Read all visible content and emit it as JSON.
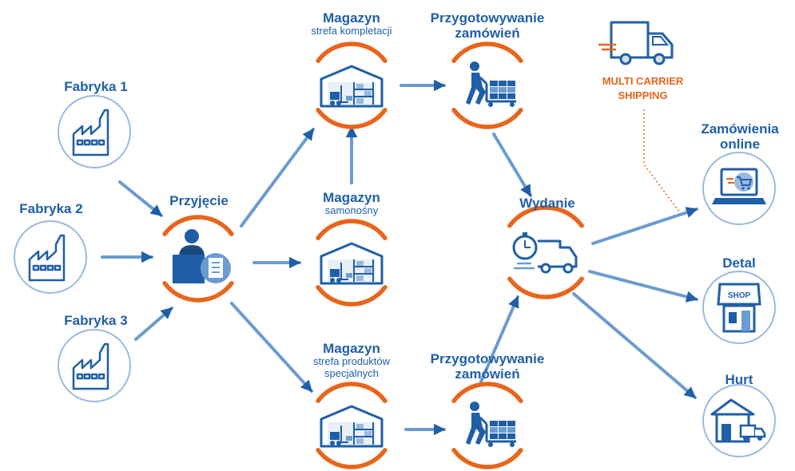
{
  "colors": {
    "navy": "#1b4a80",
    "blue": "#1f5fa8",
    "light_blue": "#6b9bd1",
    "pale_blue": "#9ab9dd",
    "orange": "#e8651b",
    "gray_box": "#dcdcdc"
  },
  "nodes": {
    "fabryka1": {
      "label": "Fabryka 1"
    },
    "fabryka2": {
      "label": "Fabryka 2"
    },
    "fabryka3": {
      "label": "Fabryka 3"
    },
    "przyjecie": {
      "label": "Przyjęcie"
    },
    "magazyn_kompletacji": {
      "title": "Magazyn",
      "subtitle": "strefa kompletacji"
    },
    "magazyn_samonosny": {
      "title": "Magazyn",
      "subtitle": "samonośny"
    },
    "magazyn_specjalnych": {
      "title": "Magazyn",
      "subtitle_line1": "strefa produktów",
      "subtitle_line2": "specjalnych"
    },
    "przygotowywanie_top": {
      "line1": "Przygotowywanie",
      "line2": "zamówień"
    },
    "przygotowywanie_bottom": {
      "line1": "Przygotowywanie",
      "line2": "zamówień"
    },
    "wydanie": {
      "label": "Wydanie"
    },
    "zamowienia_online": {
      "line1": "Zamówienia",
      "line2": "online"
    },
    "detal": {
      "label": "Detal"
    },
    "hurt": {
      "label": "Hurt"
    }
  },
  "multi_carrier": {
    "line1": "MULTI CARRIER",
    "line2": "SHIPPING"
  },
  "shop_sign": "SHOP",
  "icons": [
    "factory-icon",
    "receptionist-icon",
    "warehouse-icon",
    "worker-pallet-icon",
    "delivery-truck-icon",
    "laptop-cart-icon",
    "shop-icon",
    "wholesale-icon"
  ]
}
